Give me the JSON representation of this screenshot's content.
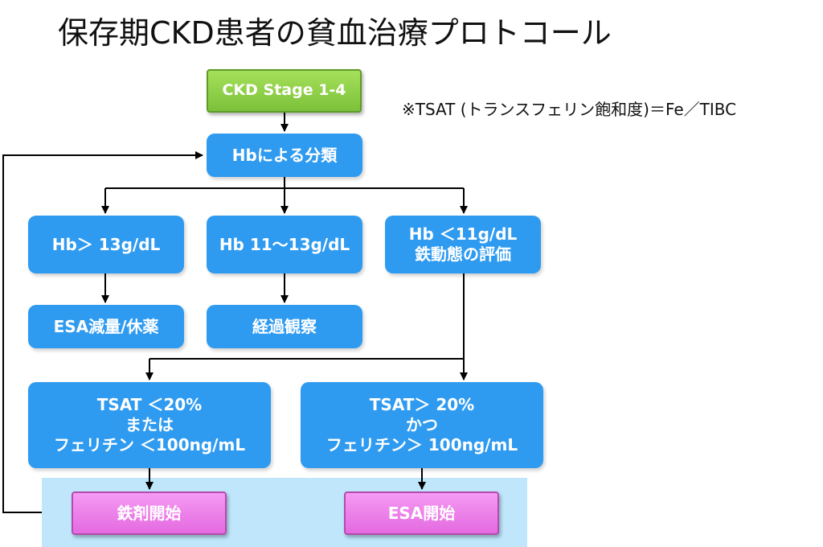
{
  "title": "保存期CKD患者の貧血治療プロトコール",
  "note": "※TSAT (トランスフェリン飽和度)＝Fe／TIBC",
  "nodes": {
    "start": "CKD Stage 1-4",
    "classify": "Hbによる分類",
    "hb_high": "Hb＞ 13g/dL",
    "hb_mid": "Hb 11〜13g/dL",
    "hb_low": [
      "Hb ＜11g/dL",
      "鉄動態の評価"
    ],
    "esa_reduce": "ESA減量/休薬",
    "observe": "経過観察",
    "tsat_low": [
      "TSAT ＜20%",
      "または",
      "フェリチン ＜100ng/mL"
    ],
    "tsat_high": [
      "TSAT＞ 20%",
      "かつ",
      "フェリチン＞ 100ng/mL"
    ],
    "iron_start": "鉄剤開始",
    "esa_start": "ESA開始"
  },
  "colors": {
    "blue_box": "#2f9bf0",
    "green_box": "#8fd14a",
    "pink_box": "#ee82ea",
    "panel": "#bfe6fa"
  }
}
